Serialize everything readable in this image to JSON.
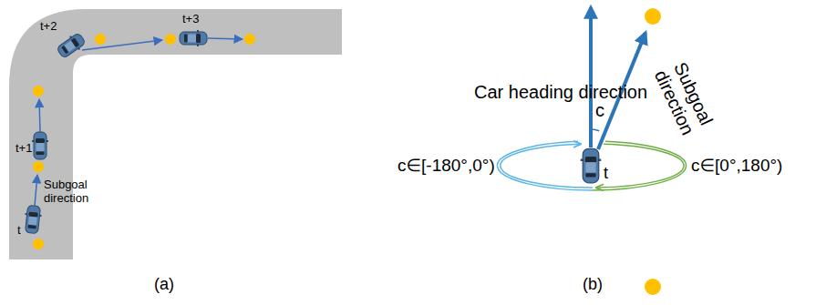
{
  "diagram": {
    "labels": [
      "t+3",
      "t+2",
      "t+1",
      "Subgoal direction",
      "t",
      "(a)",
      "Car heading direction",
      "c",
      "Subgoal direction",
      "c∈[-180°,0°)",
      "c∈[0°,180°)",
      "t",
      "(b)"
    ]
  }
}
